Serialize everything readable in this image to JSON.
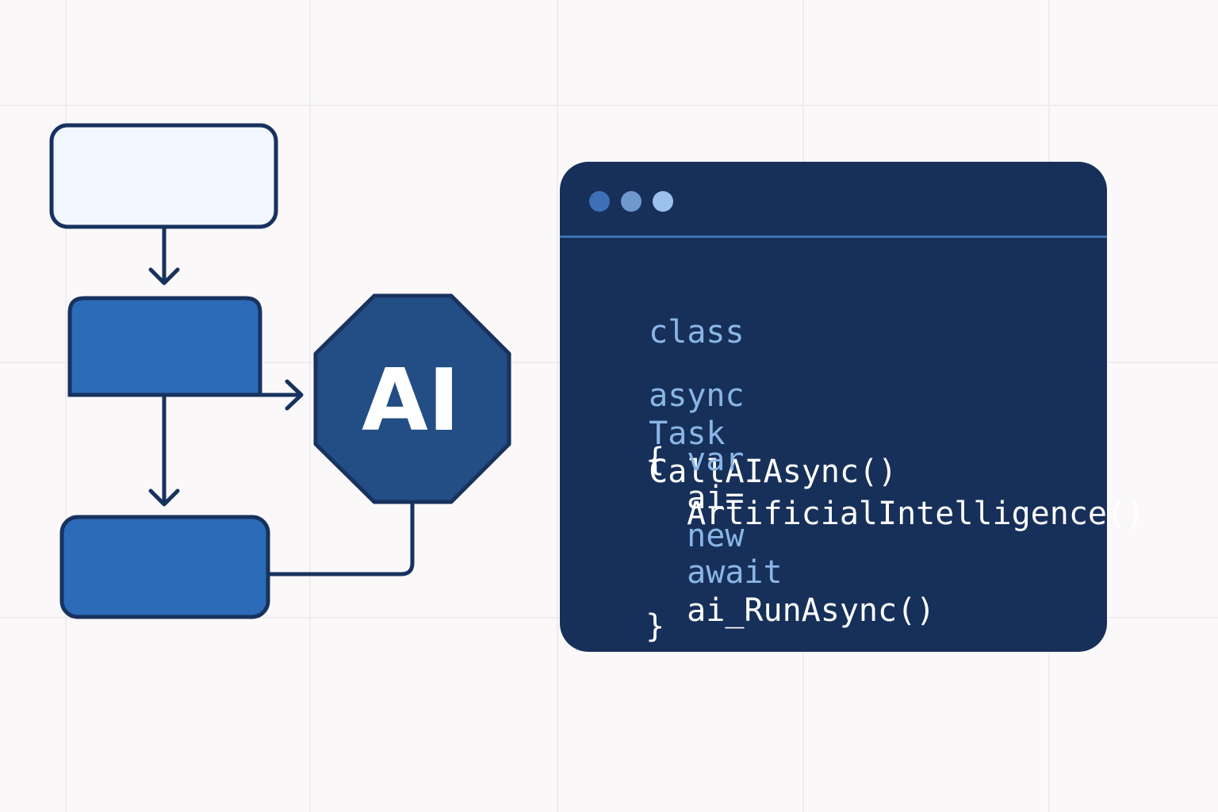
{
  "colors": {
    "background": "#faf8f9",
    "grid": "#efecee",
    "outline": "#18325e",
    "box_light": "#f0f7fe",
    "box_blue": "#2b6bb8",
    "ai_octagon": "#234d85",
    "code_bg": "#17305a",
    "code_keyword": "#8ab6e6",
    "code_identifier": "#ffffff",
    "dot_1": "#3f6fb4",
    "dot_2": "#6f98cf",
    "dot_3": "#9cc0ec"
  },
  "ai_node": {
    "label": "AI"
  },
  "code": {
    "line1": {
      "kw": "class"
    },
    "line2": {
      "kw1": "async",
      "kw2": "Task",
      "id": "CallAIAsync()"
    },
    "line3": {
      "brace": "{",
      "kw1": "var",
      "id": "ai",
      "op": "=",
      "kw2": "new"
    },
    "line4": {
      "id": "ArtificialIntelligence()"
    },
    "line5": {
      "kw": "await",
      "id": "ai_RunAsync()"
    },
    "line6": {
      "brace": "}"
    }
  }
}
